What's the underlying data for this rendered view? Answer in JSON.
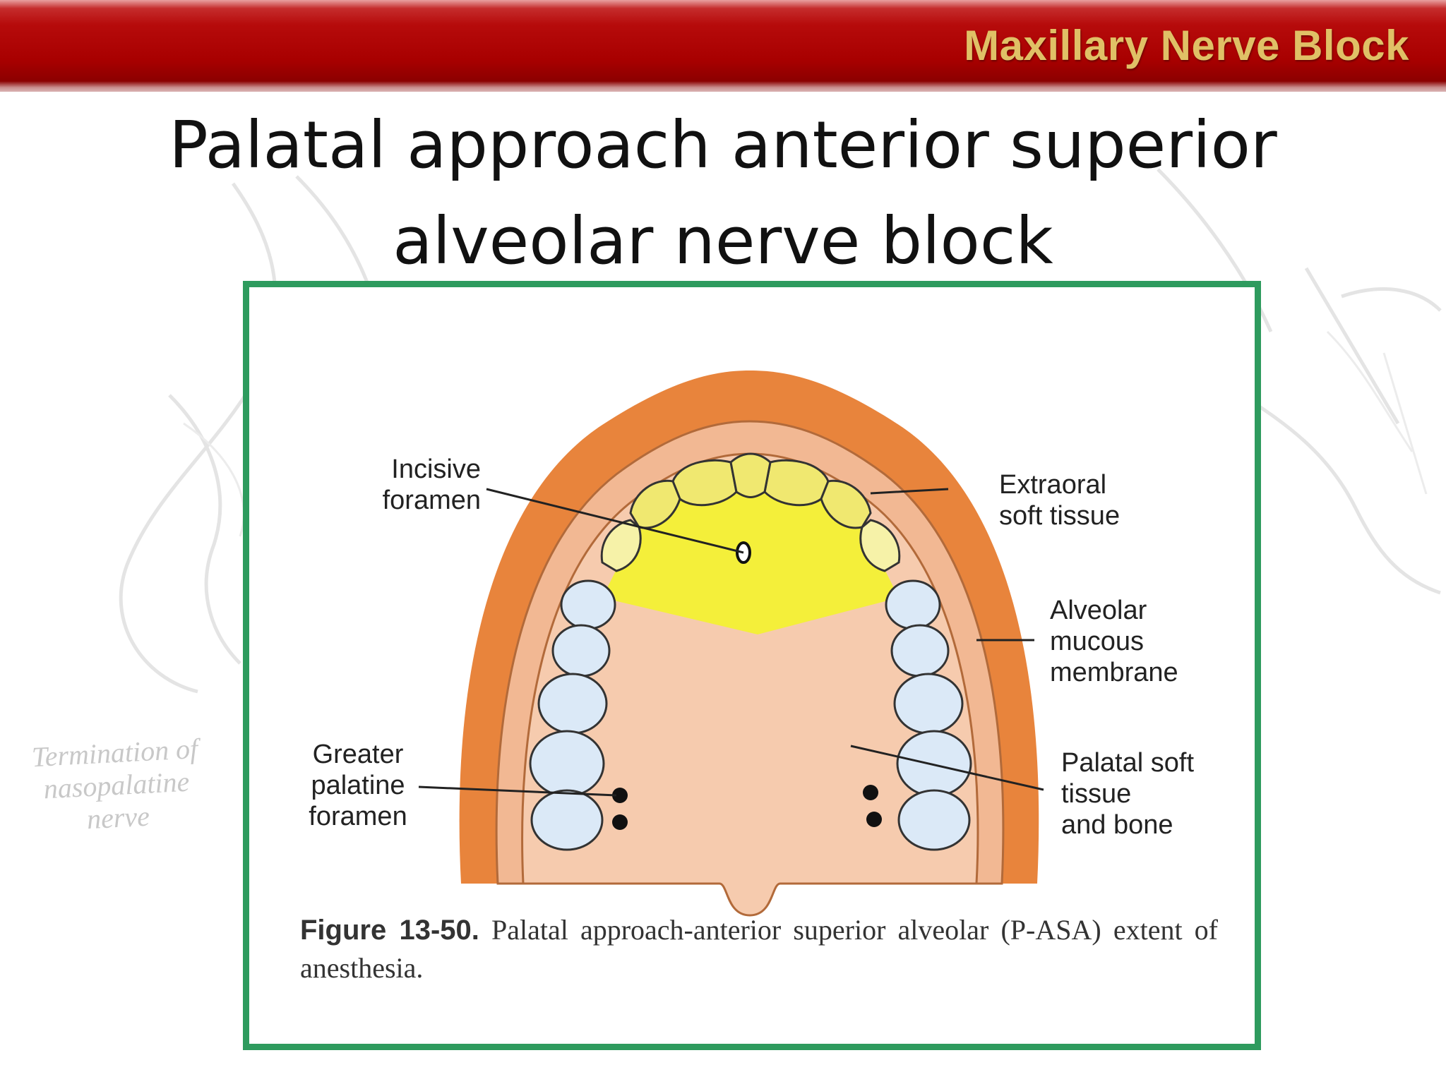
{
  "header": {
    "label": "Maxillary Nerve Block",
    "band_color": "#b00000",
    "label_color": "#e0c066"
  },
  "title": {
    "line1": "Palatal approach anterior superior",
    "line2": "alveolar nerve block"
  },
  "background": {
    "caption_lines": [
      "Termination of",
      "nasopalatine",
      "nerve"
    ]
  },
  "figure": {
    "frame_color": "#2e9b5e",
    "labels": {
      "incisive_foramen": [
        "Incisive",
        "foramen"
      ],
      "extraoral_soft_tissue": [
        "Extraoral",
        "soft tissue"
      ],
      "alveolar_mucous_membrane": [
        "Alveolar",
        "mucous",
        "membrane"
      ],
      "greater_palatine_foramen": [
        "Greater",
        "palatine",
        "foramen"
      ],
      "palatal_soft_tissue_bone": [
        "Palatal soft",
        "tissue",
        "and bone"
      ]
    },
    "caption": {
      "number": "Figure 13-50.",
      "text": "Palatal approach-anterior superior alveolar (P-ASA) extent of anesthesia."
    },
    "colors": {
      "extraoral": "#e8843c",
      "mucosa": "#f2b893",
      "palate": "#f6cbae",
      "anesthesia": "#f4ef3a",
      "molar_fill": "#dbe9f7"
    }
  }
}
